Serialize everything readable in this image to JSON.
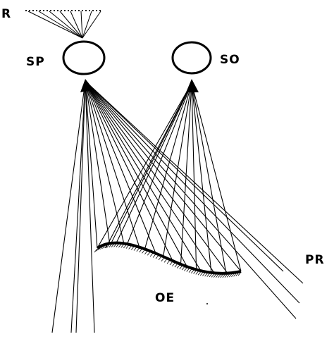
{
  "labels": {
    "r": "R",
    "sp": "SP",
    "so": "SO",
    "pr": "PR",
    "oe": "OE"
  },
  "colors": {
    "ink": "#000000",
    "background": "#ffffff"
  }
}
